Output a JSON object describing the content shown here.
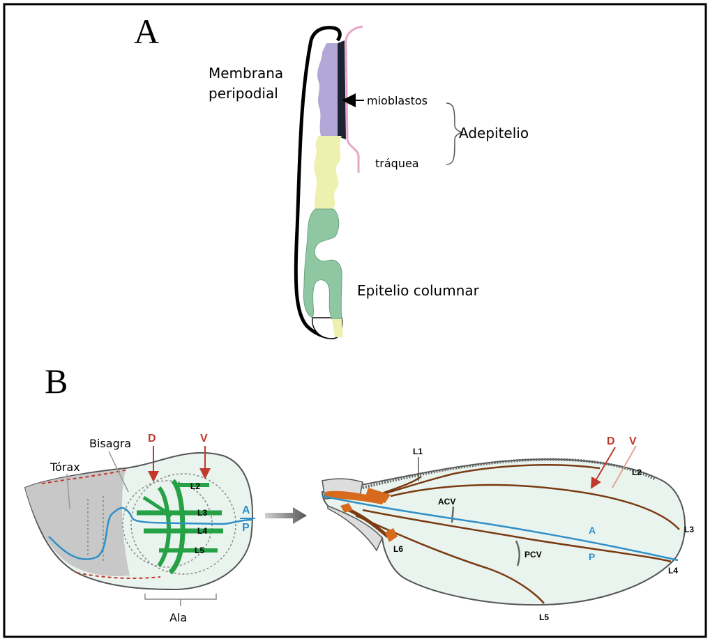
{
  "panel_a": {
    "letter": "A",
    "label_membrana_1": "Membrana",
    "label_membrana_2": "peripodial",
    "label_mioblastos": "mioblastos",
    "label_adepitelio": "Adepitelio",
    "label_traquea": "tráquea",
    "label_epitelio": "Epitelio columnar"
  },
  "panel_b": {
    "letter": "B",
    "disc": {
      "label_torax": "Tórax",
      "label_bisagra": "Bisagra",
      "label_d": "D",
      "label_v": "V",
      "label_l2": "L2",
      "label_l3": "L3",
      "label_l4": "L4",
      "label_l5": "L5",
      "label_a": "A",
      "label_p": "P",
      "label_ala": "Ala"
    },
    "wing": {
      "label_l1": "L1",
      "label_l2": "L2",
      "label_l3": "L3",
      "label_l4": "L4",
      "label_l5": "L5",
      "label_l6": "L6",
      "label_acv": "ACV",
      "label_pcv": "PCV",
      "label_d": "D",
      "label_v": "V",
      "label_a": "A",
      "label_p": "P"
    }
  },
  "colors": {
    "membrane": "#000000",
    "myoblasts": "#1c2333",
    "lilac": "#b2a7d6",
    "yellow": "#eef0b0",
    "green": "#8fc7a2",
    "trachea": "#e9a6c7",
    "vein_green": "#26a146",
    "ap_blue": "#2f8fc8",
    "dv_red": "#c0392b",
    "vein_brown": "#7a3a12",
    "wing_fill": "#e9f4ee",
    "torax_grey": "#c8c8c8"
  }
}
